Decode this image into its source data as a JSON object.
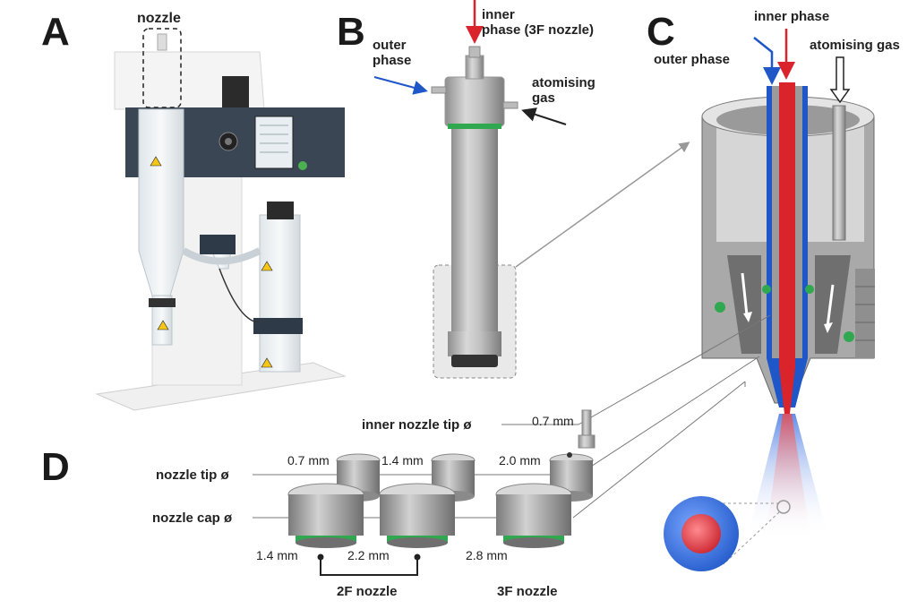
{
  "panels": {
    "a": "A",
    "b": "B",
    "c": "C",
    "d": "D"
  },
  "panel_a": {
    "nozzle_label": "nozzle"
  },
  "panel_b": {
    "inner_phase": "inner phase (3F nozzle)",
    "inner_phase_line1": "inner",
    "inner_phase_line2": "phase (3F nozzle)",
    "outer_phase_line1": "outer",
    "outer_phase_line2": "phase",
    "atomising_line1": "atomising",
    "atomising_line2": "gas"
  },
  "panel_c": {
    "inner_phase": "inner phase",
    "outer_phase": "outer phase",
    "atomising_gas": "atomising gas"
  },
  "panel_d": {
    "inner_nozzle_tip": "inner nozzle tip ø",
    "inner_tip_value": "0.7 mm",
    "nozzle_tip": "nozzle tip ø",
    "nozzle_cap": "nozzle cap ø",
    "tip_values": [
      "0.7 mm",
      "1.4 mm",
      "2.0 mm"
    ],
    "cap_values": [
      "1.4 mm",
      "2.2 mm",
      "2.8 mm"
    ],
    "group_2f": "2F nozzle",
    "group_3f": "3F nozzle"
  },
  "colors": {
    "inner_phase": "#d9242b",
    "outer_phase": "#1f57c8",
    "metal": "#b9b9b9",
    "seal": "#2fa84f",
    "dark_housing": "#3a4654"
  }
}
